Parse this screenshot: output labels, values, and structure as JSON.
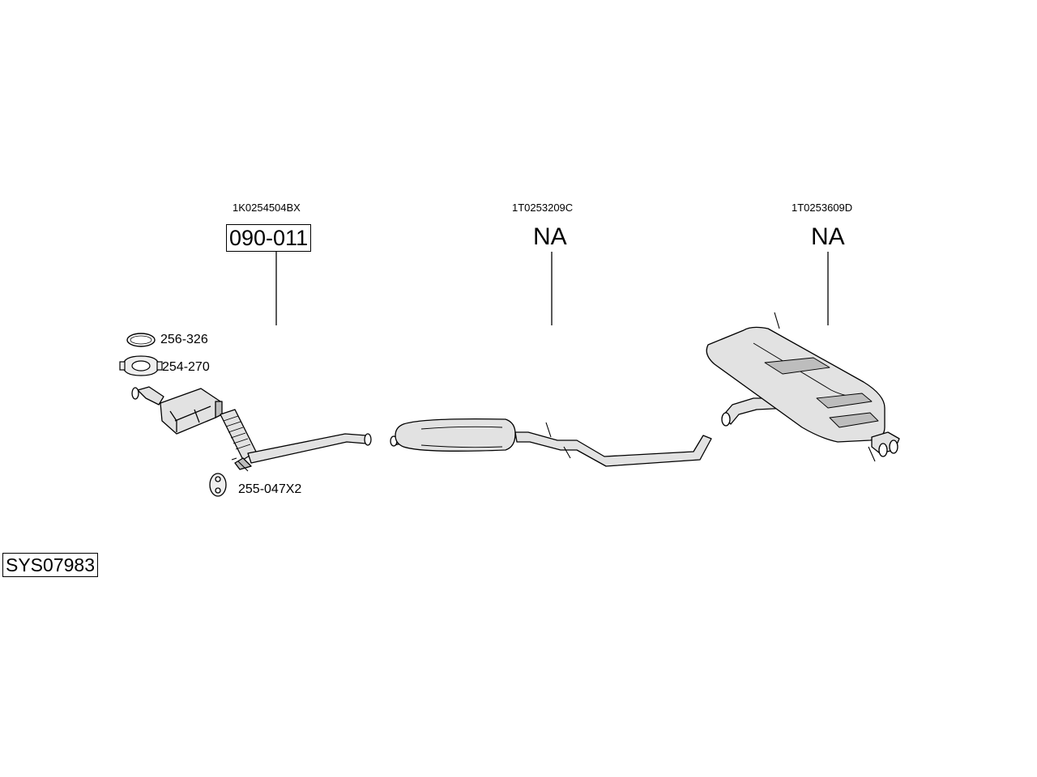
{
  "system": {
    "code": "SYS07983"
  },
  "parts": [
    {
      "oe_number": "1K0254504BX",
      "code": "090-011",
      "name": "catalytic-converter"
    },
    {
      "oe_number": "1T0253209C",
      "code": "NA",
      "name": "middle-silencer"
    },
    {
      "oe_number": "1T0253609D",
      "code": "NA",
      "name": "rear-silencer"
    }
  ],
  "accessories": [
    {
      "code": "256-326",
      "icon": "gasket-ring-icon"
    },
    {
      "code": "254-270",
      "icon": "clamp-icon"
    },
    {
      "code": "255-047X2",
      "icon": "rubber-mount-icon"
    }
  ],
  "colors": {
    "line": "#000000",
    "part_fill": "#e2e2e2",
    "part_shade": "#bdbdbd",
    "background": "#ffffff"
  }
}
